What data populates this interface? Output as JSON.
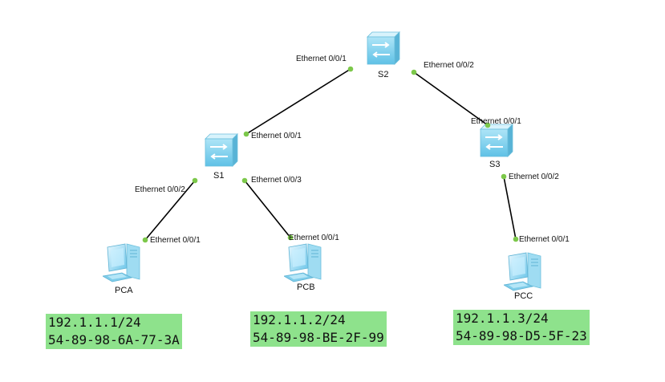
{
  "devices": {
    "s1": {
      "name": "S1"
    },
    "s2": {
      "name": "S2"
    },
    "s3": {
      "name": "S3"
    },
    "pca": {
      "name": "PCA"
    },
    "pcb": {
      "name": "PCB"
    },
    "pcc": {
      "name": "PCC"
    }
  },
  "links": [
    {
      "a": "s2",
      "a_port": "Ethernet 0/0/1",
      "b": "s1",
      "b_port": "Ethernet 0/0/1"
    },
    {
      "a": "s2",
      "a_port": "Ethernet 0/0/2",
      "b": "s3",
      "b_port": "Ethernet 0/0/1"
    },
    {
      "a": "s1",
      "a_port": "Ethernet 0/0/2",
      "b": "pca",
      "b_port": "Ethernet 0/0/1"
    },
    {
      "a": "s1",
      "a_port": "Ethernet 0/0/3",
      "b": "pcb",
      "b_port": "Ethernet 0/0/1"
    },
    {
      "a": "s3",
      "a_port": "Ethernet 0/0/2",
      "b": "pcc",
      "b_port": "Ethernet 0/0/1"
    }
  ],
  "hosts": {
    "pca": {
      "ip": "192.1.1.1/24",
      "mac": "54-89-98-6A-77-3A"
    },
    "pcb": {
      "ip": "192.1.1.2/24",
      "mac": "54-89-98-BE-2F-99"
    },
    "pcc": {
      "ip": "192.1.1.3/24",
      "mac": "54-89-98-D5-5F-23"
    }
  },
  "colors": {
    "link": "#000000",
    "port_dot": "#7cc84a",
    "info_bg": "#8ee28c",
    "switch": "#8fd6ee"
  }
}
